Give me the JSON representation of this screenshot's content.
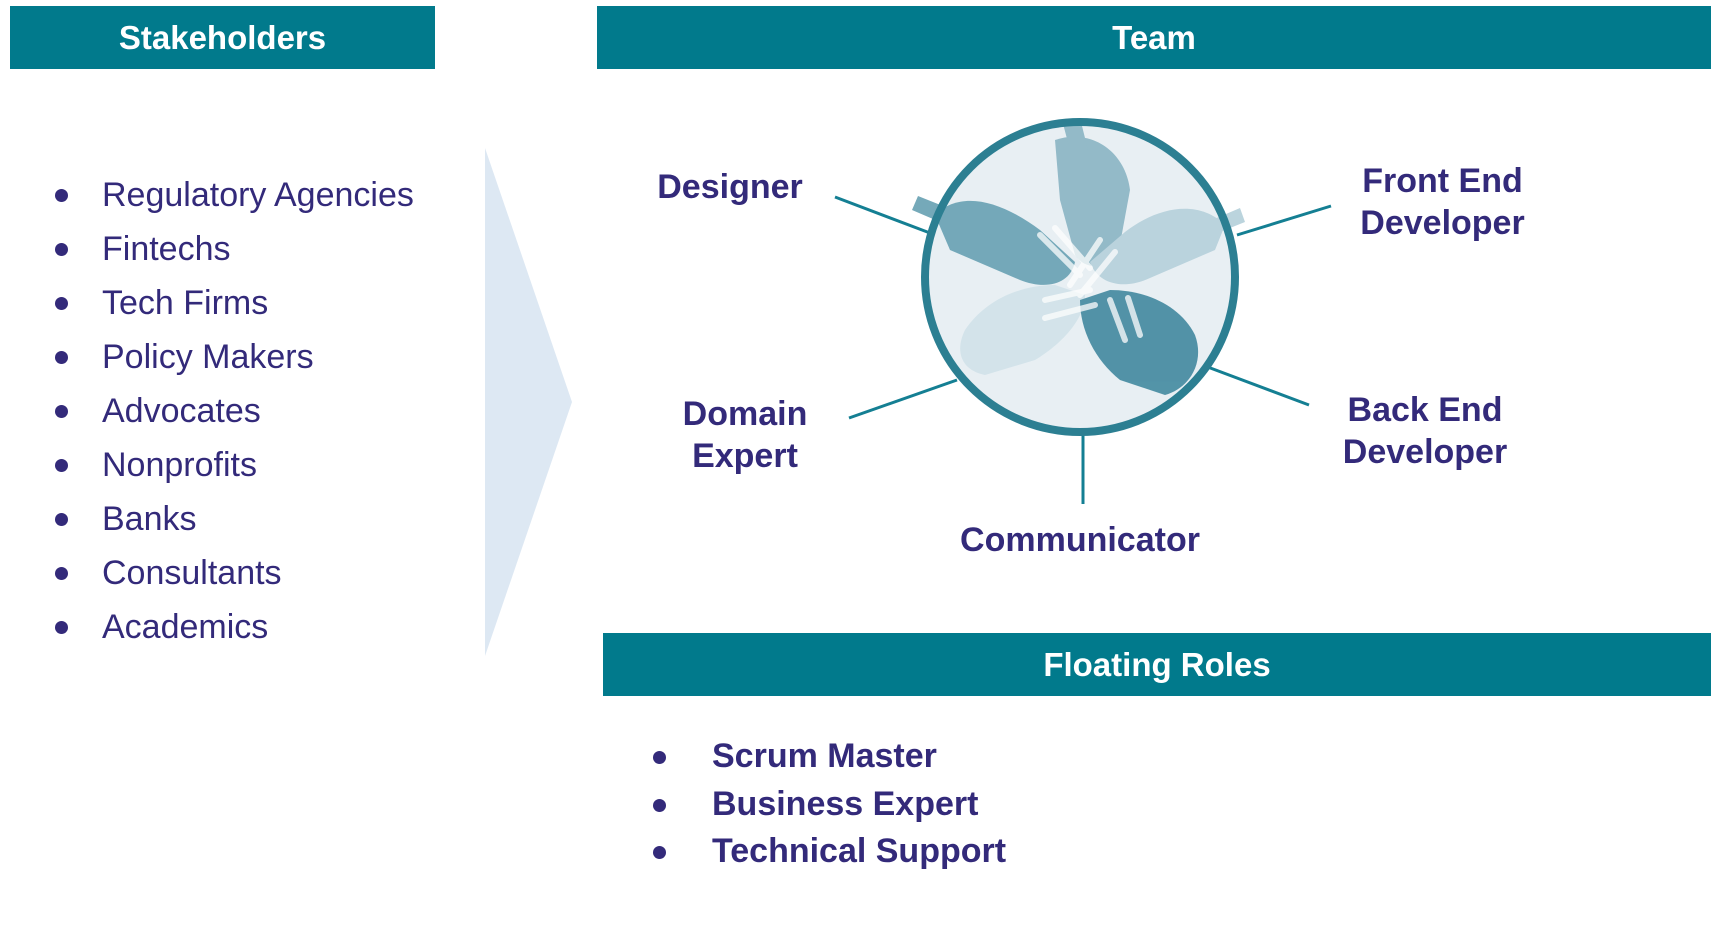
{
  "stakeholders": {
    "title": "Stakeholders",
    "items": [
      "Regulatory Agencies",
      "Fintechs",
      "Tech Firms",
      "Policy Makers",
      "Advocates",
      "Nonprofits",
      "Banks",
      "Consultants",
      "Academics"
    ]
  },
  "team": {
    "title": "Team",
    "roles": {
      "designer": "Designer",
      "front_end_1": "Front End",
      "front_end_2": "Developer",
      "domain_1": "Domain",
      "domain_2": "Expert",
      "back_end_1": "Back End",
      "back_end_2": "Developer",
      "communicator": "Communicator"
    }
  },
  "floating_roles": {
    "title": "Floating Roles",
    "items": [
      "Scrum Master",
      "Business Expert",
      "Technical Support"
    ]
  },
  "colors": {
    "banner": "#017a8c",
    "text": "#332a7a",
    "arrow": "#dde8f3",
    "ring": "#2c7f92",
    "connector": "#147f93"
  },
  "icons": {
    "center": "hands-together-icon",
    "arrow": "chevron-arrow"
  }
}
